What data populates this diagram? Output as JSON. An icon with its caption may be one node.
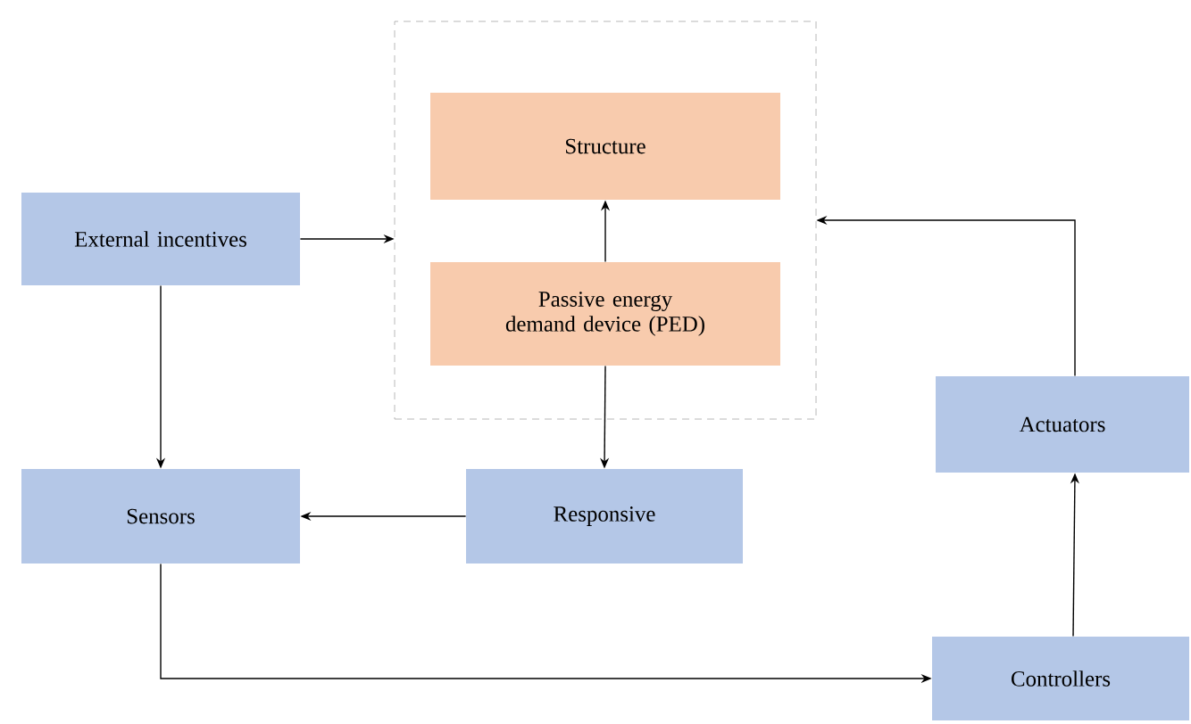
{
  "diagram": {
    "nodes": [
      {
        "text": [],
        "shape": "box"
      },
      {
        "text": [
          "Structure"
        ],
        "in": 0
      },
      {
        "text": [
          "Passive energy demand device (PED)"
        ],
        "in": 0
      },
      {
        "text": [
          "External incentives"
        ]
      },
      {
        "text": [
          "Sensors"
        ]
      },
      {
        "text": [
          "Responsive"
        ]
      },
      {
        "text": [
          "Actuators"
        ]
      },
      {
        "text": [
          "Controllers"
        ]
      }
    ],
    "edges": [
      {
        "from": 2,
        "to": 1,
        "arrow": "to"
      },
      {
        "from": 3,
        "to": 0,
        "arrow": "to"
      },
      {
        "from": 3,
        "to": 4,
        "arrow": "to"
      },
      {
        "from": 2,
        "to": 5,
        "arrow": "to"
      },
      {
        "from": 5,
        "to": 4,
        "arrow": "to"
      },
      {
        "from": 4,
        "to": 7,
        "arrow": "to"
      },
      {
        "from": 7,
        "to": 6,
        "arrow": "to"
      },
      {
        "from": 6,
        "to": 0,
        "arrow": "to"
      }
    ]
  }
}
